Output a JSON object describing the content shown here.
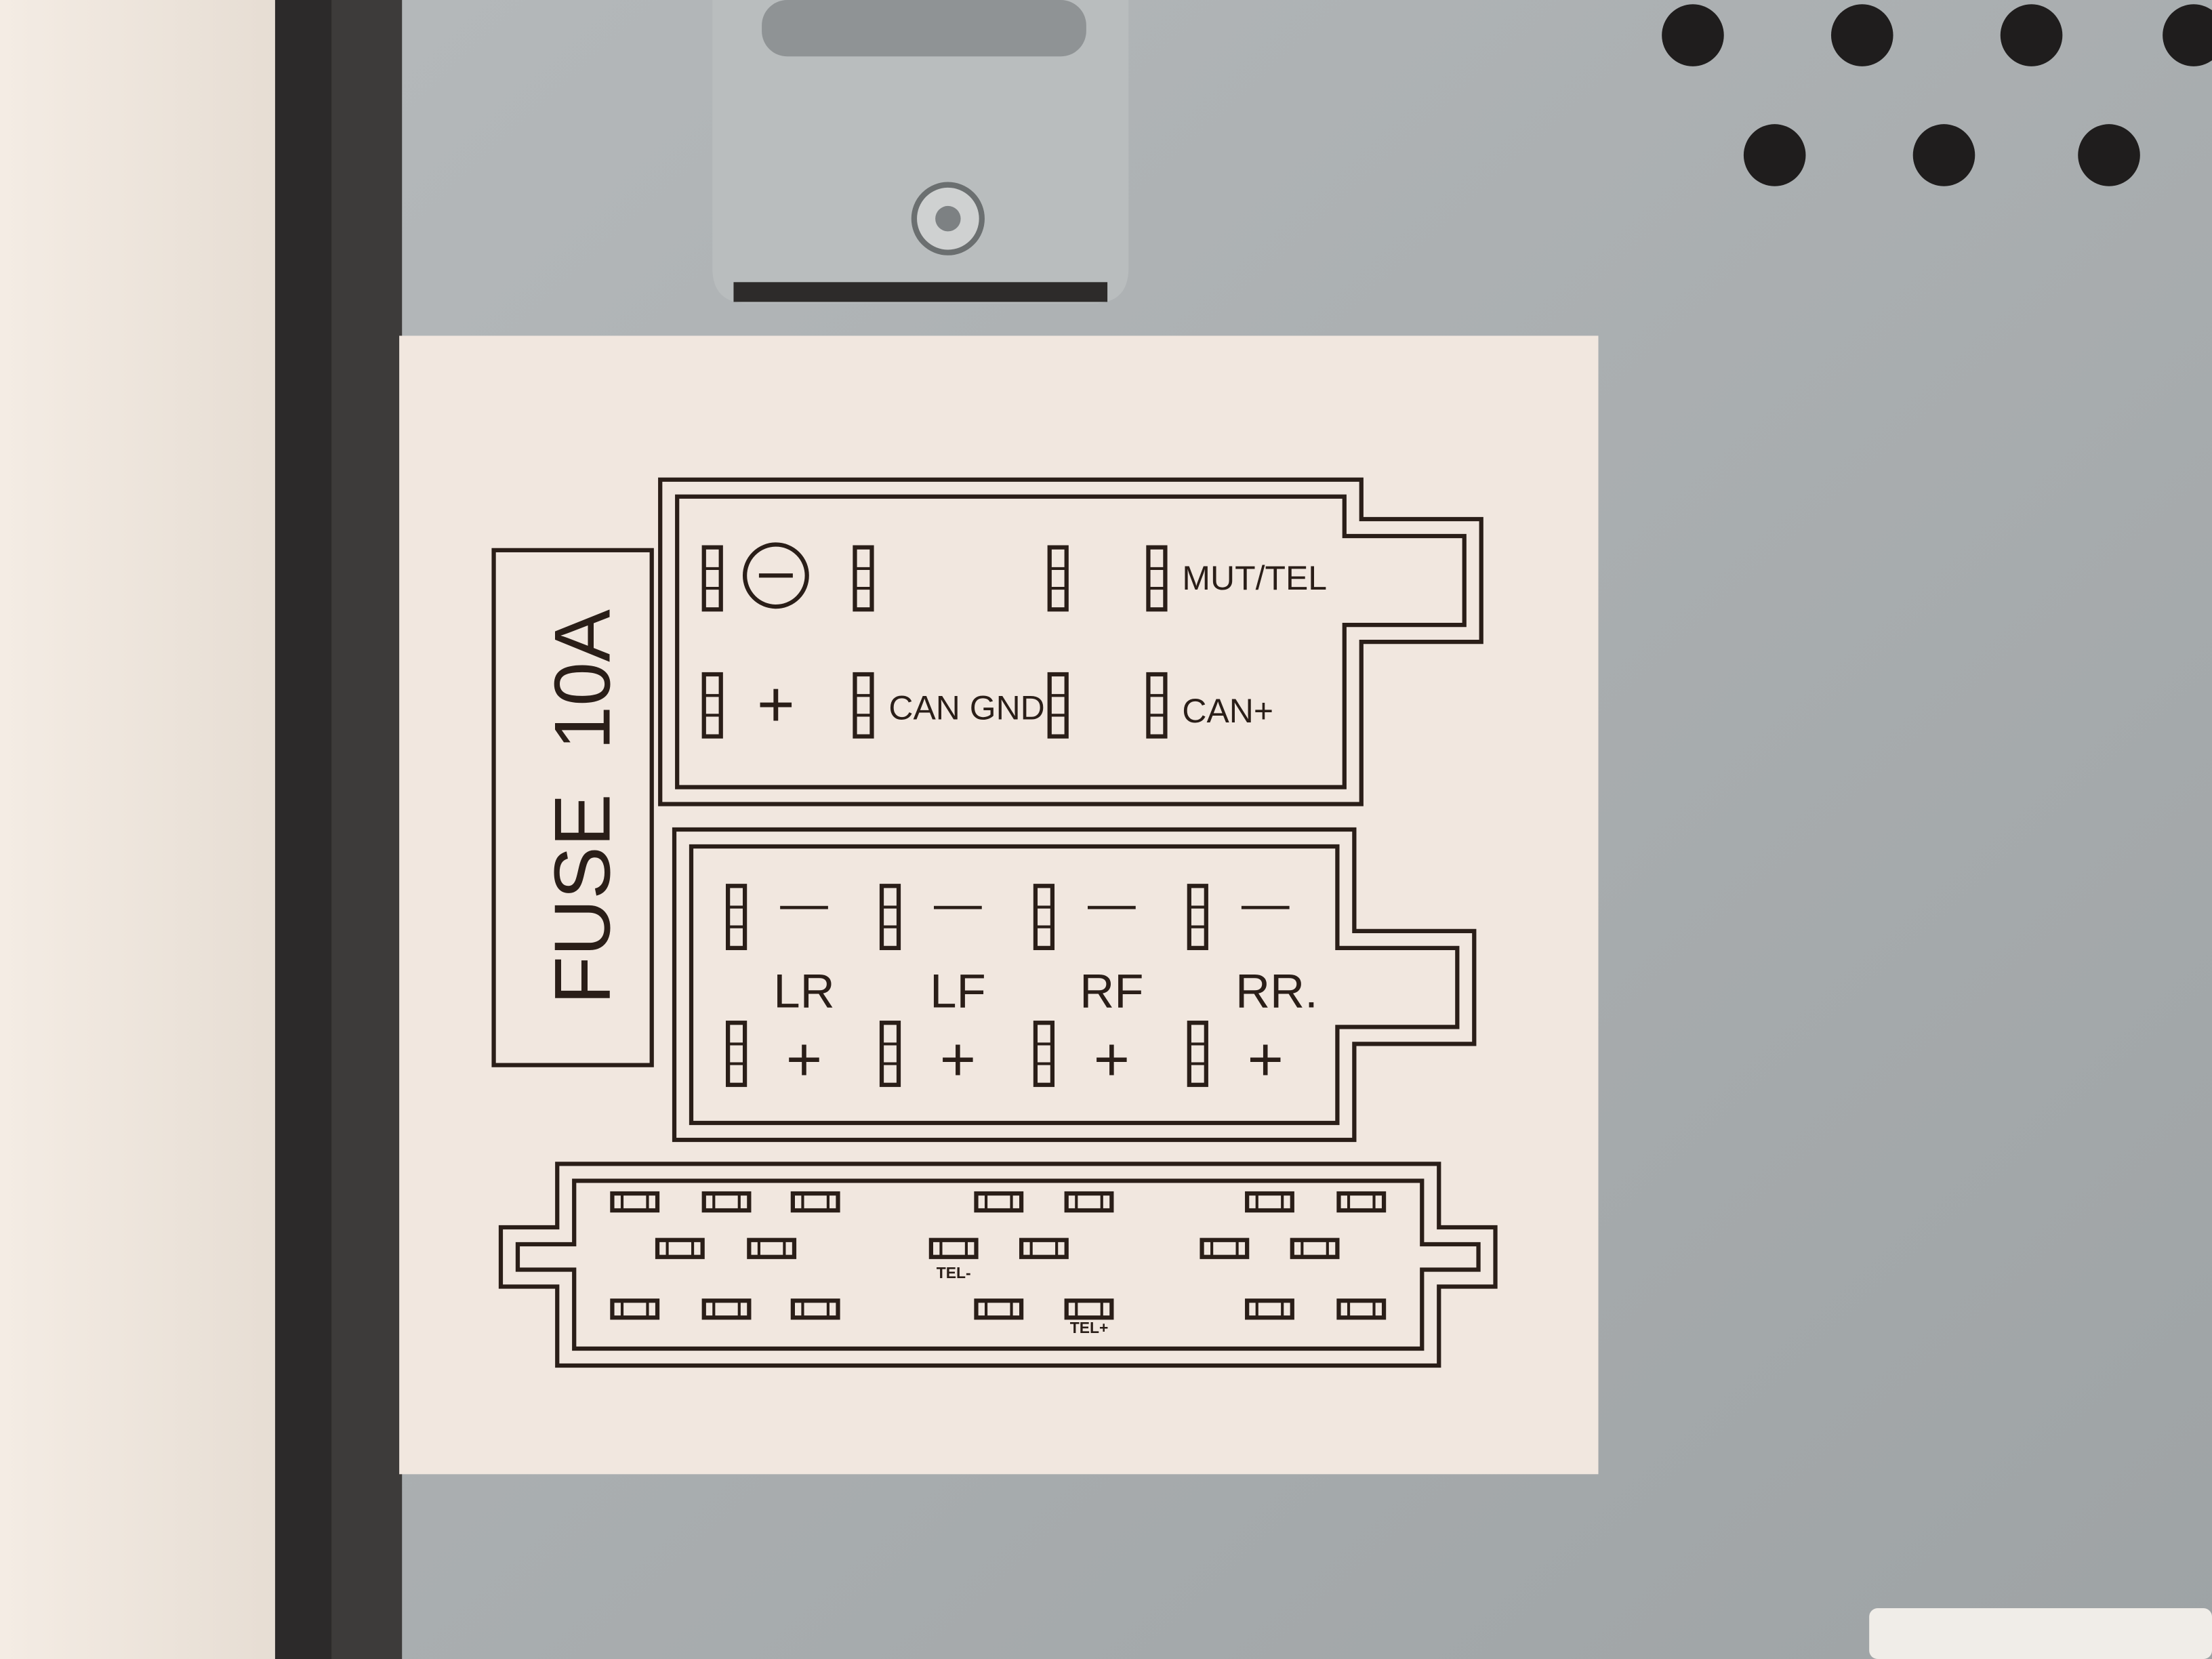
{
  "fuse_label": "FUSE  10A",
  "power_connector": {
    "ground_symbol": "⊖",
    "plus": "+",
    "can_gnd": "CAN GND",
    "mut_tel": "MUT/TEL",
    "can_plus": "CAN+"
  },
  "speaker_connector": {
    "minus": "—",
    "plus": "+",
    "channels": [
      "LR",
      "LF",
      "RF",
      "RR."
    ]
  },
  "aux_connector": {
    "tel_minus": "TEL-",
    "tel_plus": "TEL+"
  },
  "colors": {
    "chassis": "#a9adaf",
    "label": "#f1e7df",
    "ink": "#2a1e18"
  }
}
